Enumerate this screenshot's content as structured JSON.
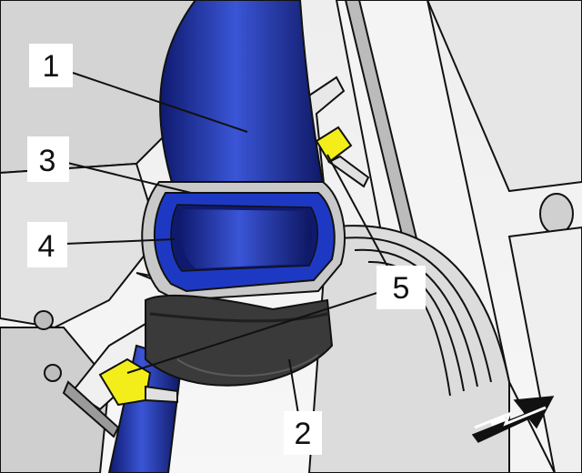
{
  "figure": {
    "callouts": [
      {
        "id": "1",
        "label": "1"
      },
      {
        "id": "2",
        "label": "2"
      },
      {
        "id": "3",
        "label": "3"
      },
      {
        "id": "4",
        "label": "4"
      },
      {
        "id": "5",
        "label": "5"
      }
    ],
    "icon": "view-direction-arrow-icon",
    "colors": {
      "hose": "#1b2b9c",
      "hose_highlight": "#3a55d6",
      "grommet": "#1d39c4",
      "clamp": "#3a3a3a",
      "clamp_dark": "#1f1f1f",
      "fastener": "#f3ee1a",
      "engine_light": "#f2f2f2",
      "engine_mid": "#d9d9d9",
      "engine_dark": "#8c8c8c",
      "outline": "#111111"
    }
  }
}
